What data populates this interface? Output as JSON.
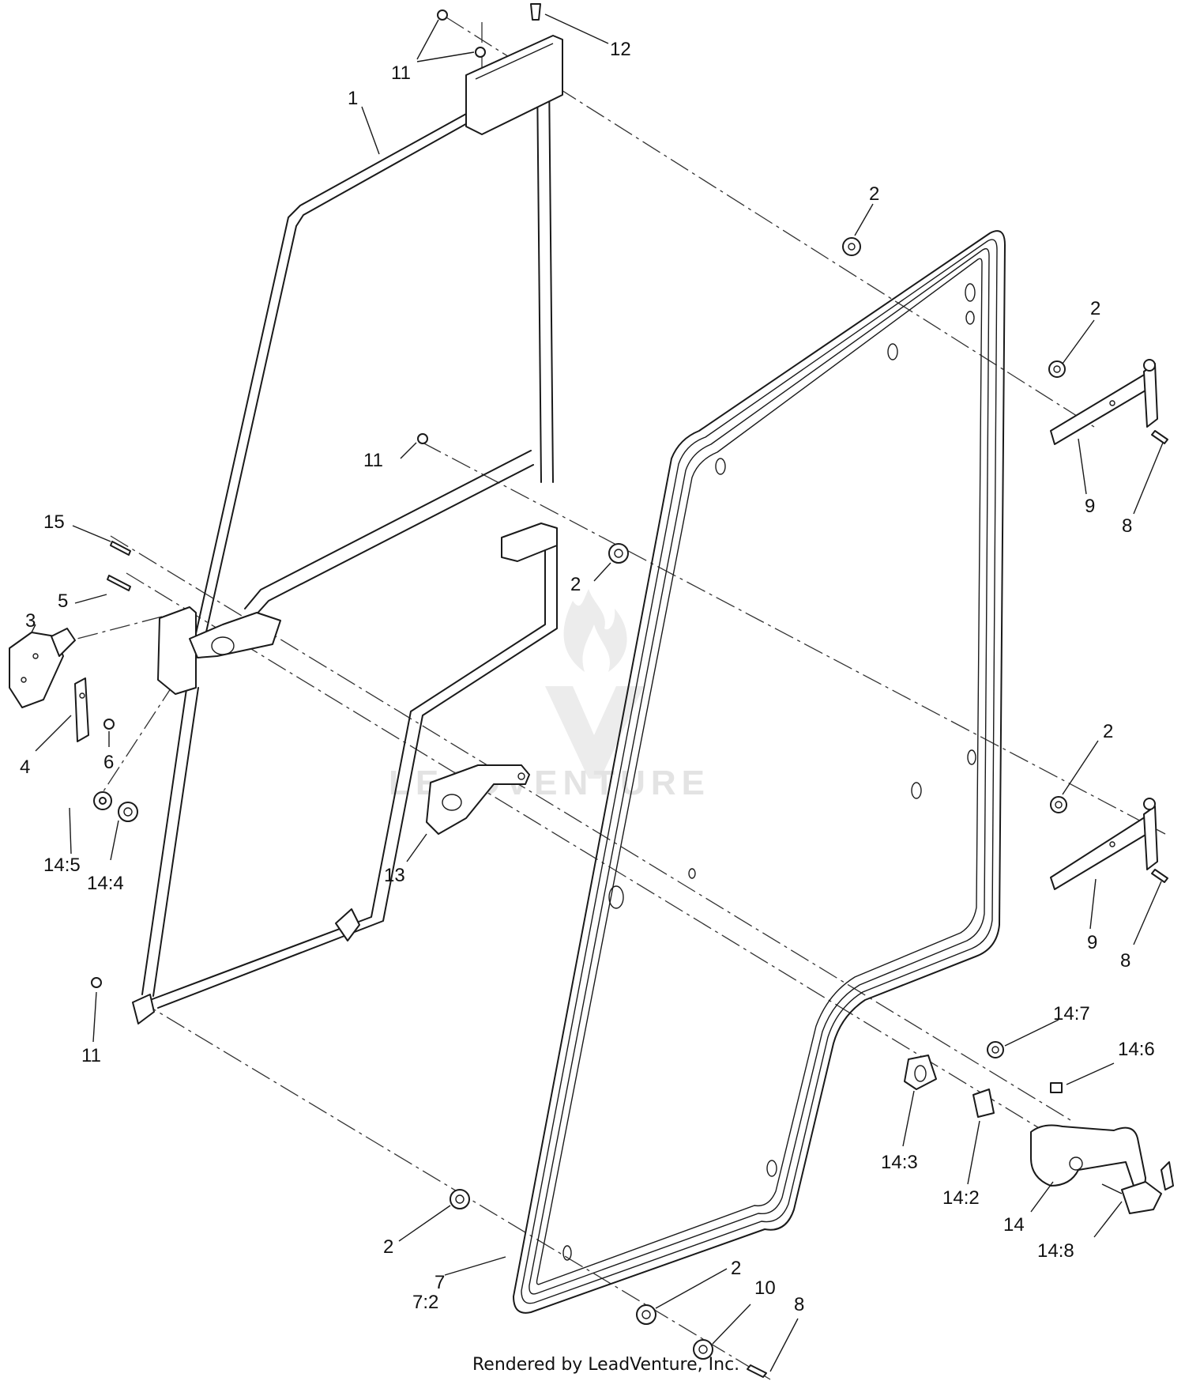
{
  "callouts": [
    {
      "id": "c-11-top",
      "text": "11"
    },
    {
      "id": "c-12",
      "text": "12"
    },
    {
      "id": "c-1",
      "text": "1"
    },
    {
      "id": "c-2-top",
      "text": "2"
    },
    {
      "id": "c-2-right-upper",
      "text": "2"
    },
    {
      "id": "c-11-mid",
      "text": "11"
    },
    {
      "id": "c-9-upper",
      "text": "9"
    },
    {
      "id": "c-8-upper",
      "text": "8"
    },
    {
      "id": "c-15",
      "text": "15"
    },
    {
      "id": "c-5",
      "text": "5"
    },
    {
      "id": "c-2-mid",
      "text": "2"
    },
    {
      "id": "c-3",
      "text": "3"
    },
    {
      "id": "c-4",
      "text": "4"
    },
    {
      "id": "c-6",
      "text": "6"
    },
    {
      "id": "c-2-right-lower",
      "text": "2"
    },
    {
      "id": "c-14-5",
      "text": "14:5"
    },
    {
      "id": "c-14-4",
      "text": "14:4"
    },
    {
      "id": "c-13",
      "text": "13"
    },
    {
      "id": "c-9-lower",
      "text": "9"
    },
    {
      "id": "c-8-lower",
      "text": "8"
    },
    {
      "id": "c-11-bottom",
      "text": "11"
    },
    {
      "id": "c-14-7",
      "text": "14:7"
    },
    {
      "id": "c-14-6",
      "text": "14:6"
    },
    {
      "id": "c-14-3",
      "text": "14:3"
    },
    {
      "id": "c-14-2",
      "text": "14:2"
    },
    {
      "id": "c-14",
      "text": "14"
    },
    {
      "id": "c-14-8",
      "text": "14:8"
    },
    {
      "id": "c-2-bottom-left",
      "text": "2"
    },
    {
      "id": "c-7",
      "text": "7"
    },
    {
      "id": "c-7-2",
      "text": "7:2"
    },
    {
      "id": "c-2-bottom",
      "text": "2"
    },
    {
      "id": "c-10",
      "text": "10"
    },
    {
      "id": "c-8-bottom",
      "text": "8"
    }
  ],
  "footer": {
    "text": "Rendered by LeadVenture, Inc."
  },
  "watermark": {
    "text": "LEADVENTURE"
  }
}
